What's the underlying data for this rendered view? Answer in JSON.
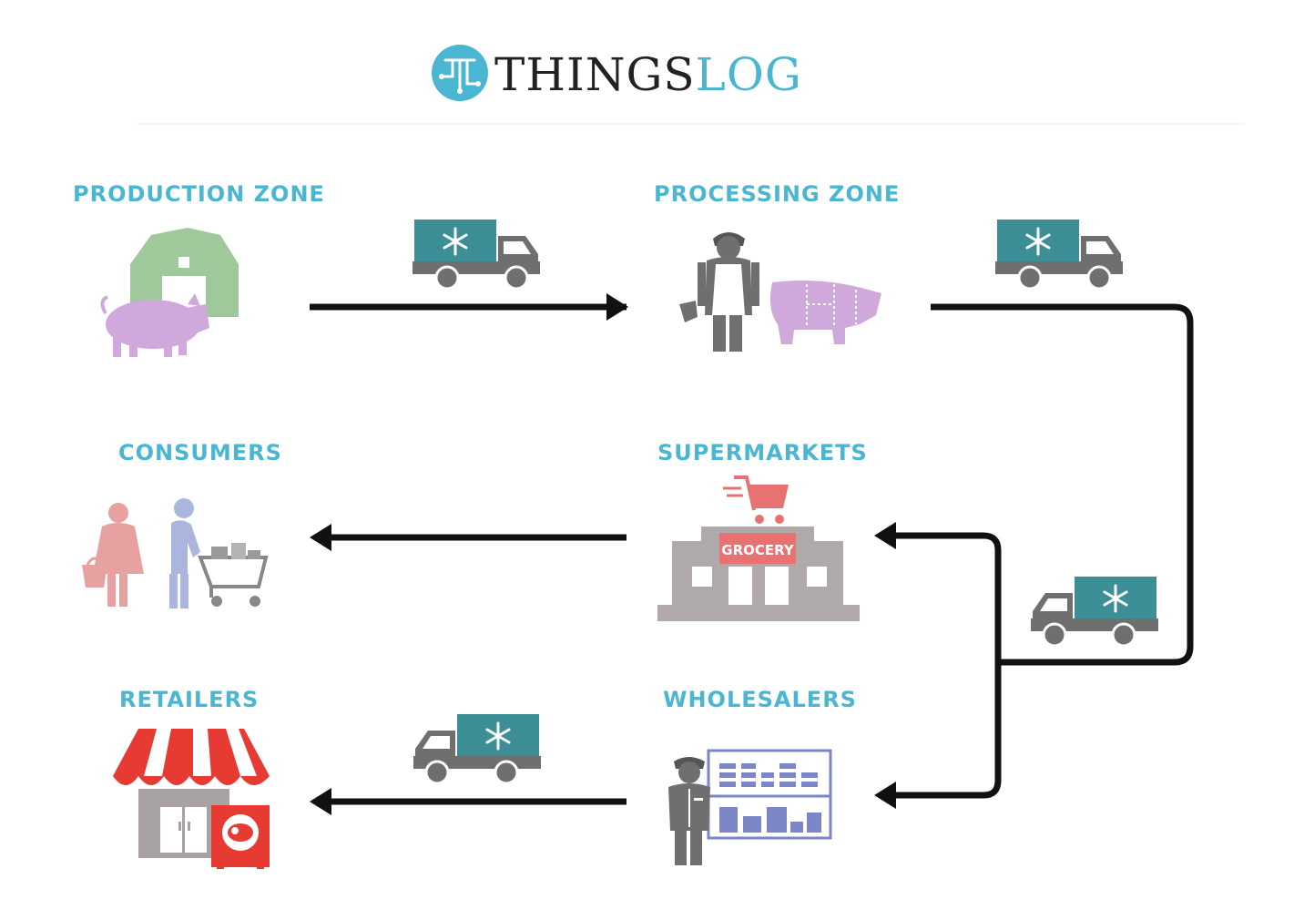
{
  "brand": {
    "name_part1": "THINGS",
    "name_part2": "LOG",
    "dark_color": "#222222",
    "accent_color": "#4ab6d1",
    "icon": "circuit-t-logo-icon"
  },
  "zones": {
    "production": "PRODUCTION ZONE",
    "processing": "PROCESSING ZONE",
    "consumers": "CONSUMERS",
    "supermarkets": "SUPERMARKETS",
    "retailers": "RETAILERS",
    "wholesalers": "WHOLESALERS"
  },
  "store_sign": "GROCERY",
  "colors": {
    "label": "#4ab6d1",
    "truck_box": "#3d8f97",
    "truck_cab": "#6f6f6f",
    "arrow": "#111111",
    "barn": "#9fc89b",
    "pig": "#cfa8dc",
    "grocery_red": "#e87272",
    "store_gray": "#b0a9a9",
    "shelf_blue": "#7b86c6",
    "awning_red": "#e63a33"
  },
  "icons": [
    "barn-icon",
    "pig-icon",
    "butcher-icon",
    "pig-cuts-icon",
    "refrigerated-truck-icon",
    "shopping-people-icon",
    "grocery-store-icon",
    "shopping-cart-icon",
    "market-stall-icon",
    "warehouse-worker-icon"
  ]
}
